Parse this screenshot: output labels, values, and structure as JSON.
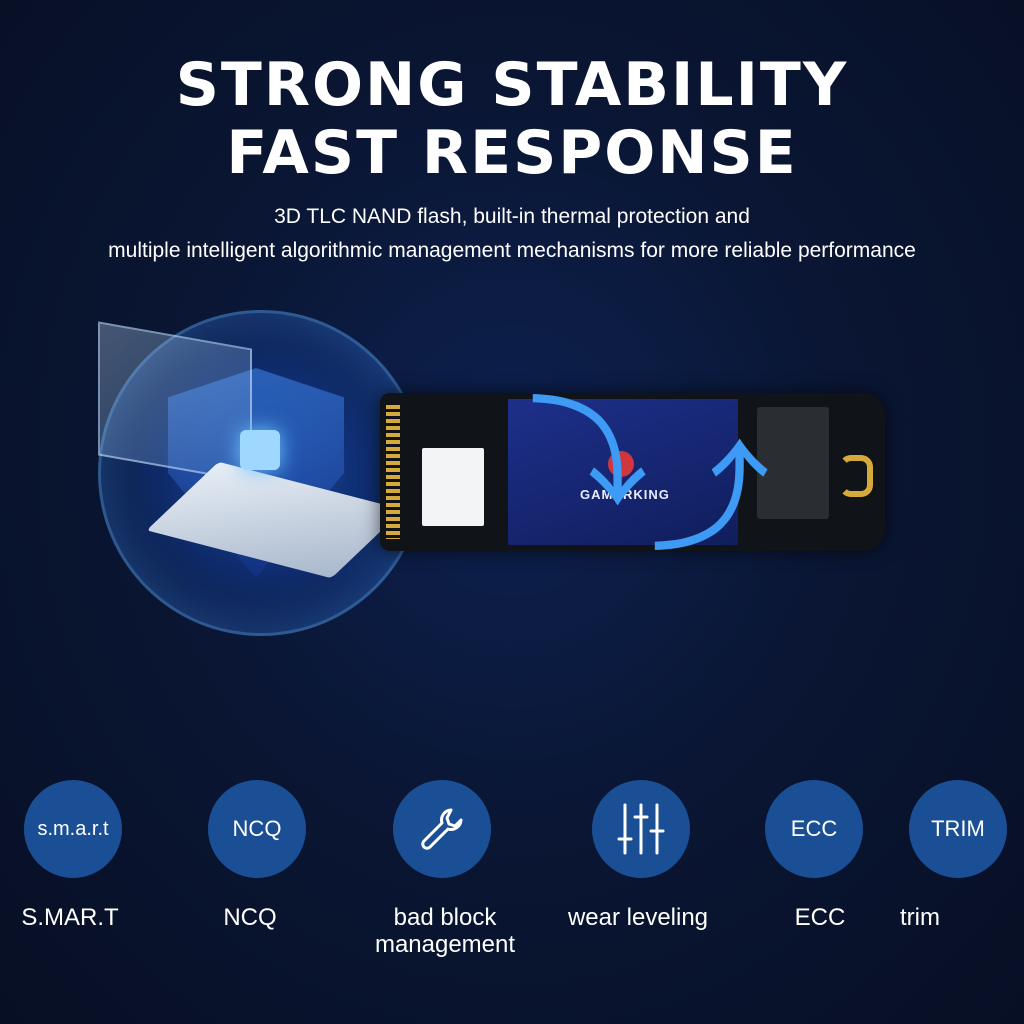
{
  "headline": {
    "line1": "STRONG STABILITY",
    "line2": "FAST RESPONSE"
  },
  "subtitle": {
    "line1": "3D TLC NAND flash, built-in thermal protection and",
    "line2": "multiple intelligent algorithmic management mechanisms for more reliable performance"
  },
  "ssd": {
    "brand": "GAMERKING"
  },
  "features": [
    {
      "badge": "s.m.a.r.t",
      "icon": "",
      "label": "S.MAR.T"
    },
    {
      "badge": "NCQ",
      "icon": "",
      "label": "NCQ"
    },
    {
      "badge": "",
      "icon": "wrench-icon",
      "label": "bad block management"
    },
    {
      "badge": "",
      "icon": "sliders-icon",
      "label": "wear leveling"
    },
    {
      "badge": "ECC",
      "icon": "",
      "label": "ECC"
    },
    {
      "badge": "TRIM",
      "icon": "",
      "label": "trim"
    }
  ],
  "colors": {
    "background": "#0a1634",
    "badge": "#1b4f95",
    "arrow": "#3d9af5"
  }
}
